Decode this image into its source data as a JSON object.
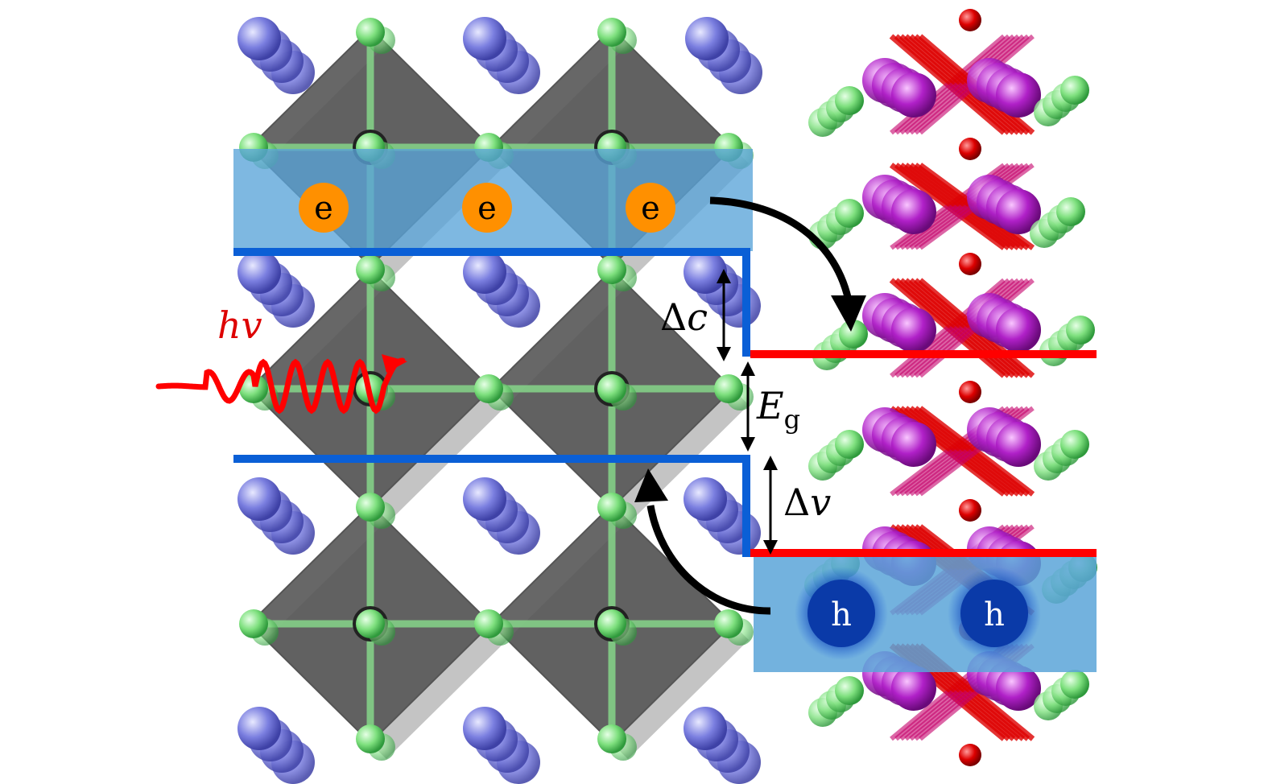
{
  "labels": {
    "photon": "hv",
    "delta_c": "Δc",
    "band_gap_symbol": "E",
    "band_gap_subscript": "g",
    "delta_v": "Δv",
    "electron": "e",
    "hole": "h"
  },
  "colors": {
    "left_band_edge": "#0a5fd6",
    "right_band_edge": "#ff0000",
    "carrier_region": "#5aa4d8",
    "electron": "#ff9000",
    "hole": "#0a3aa8",
    "photon": "#ff0000",
    "transfer_arrow": "#000000",
    "halide_atom": "#7ee07e",
    "a_site_atom": "#7b7fe0",
    "octahedron": "#3c3c3c",
    "right_metal_atom": "#b020c8",
    "right_oxygen_atom": "#dd0000"
  }
}
